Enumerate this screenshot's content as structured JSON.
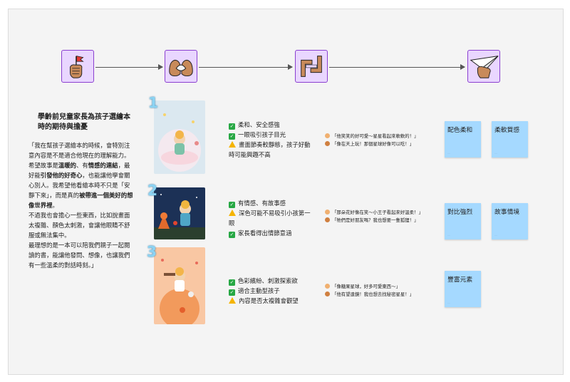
{
  "heading": {
    "line1": "學齡前兒童家長為孩子選繪本",
    "line2": "時的期待與擔憂"
  },
  "quote": {
    "p1a": "「我在幫孩子選繪本的時候，會特別注意內容是不是適合他現在的理解能力。希望故事是",
    "p1b1": "溫暖的",
    "p1c": "、有",
    "p1b2": "情感的連結",
    "p1d": "，最好能",
    "p1b3": "引發他的好奇心",
    "p1e": "，也能讓他學會關心別人。我希望他看繪本時不只是「安靜下來」，而是真的",
    "p1b4": "被帶進一個美好的想像世界裡",
    "p1f": "。",
    "p2": "不過我也會擔心一些東西，比如說畫面太複雜、顏色太刺激，會讓他眼睛不舒服或無法集中。",
    "p3": "最理想的是一本可以陪我們親子一起閱讀的書，能讓他發問、想像，也讓我們有一些溫柔的對話時刻。」"
  },
  "badges": [
    "1",
    "2",
    "3"
  ],
  "notes": [
    [
      {
        "kind": "check",
        "text": "柔和、安全感強"
      },
      {
        "kind": "check",
        "text": "一眼吸引孩子目光"
      },
      {
        "kind": "warn",
        "text": "畫面節奏較靜態，孩子好動時可能興趣不高"
      }
    ],
    [
      {
        "kind": "check",
        "text": "有情感、有故事感"
      },
      {
        "kind": "warn",
        "text": "深色可能不易吸引小孩第一眼"
      },
      {
        "kind": "check",
        "text": "家長看得出情節意涵"
      }
    ],
    [
      {
        "kind": "check",
        "text": "色彩繽紛、刺激探索欲"
      },
      {
        "kind": "check",
        "text": "適合主動型孩子"
      },
      {
        "kind": "warn",
        "text": "內容是否太複雜會觀望"
      }
    ]
  ],
  "quotes": [
    [
      "「他笑笑的好可愛～星星看起來軟軟的！」",
      "「像在天上玩！那個星球好像可以吃！」"
    ],
    [
      "「那朵花好像在笑～小王子看起來好溫柔！」",
      "「牠們是好朋友嗎？我也想要一隻狐狸！」"
    ],
    [
      "「像糖果星球，好多可愛東西～」",
      "「他有望遠鏡！我也想去找秘密星星！」"
    ]
  ],
  "stickies": {
    "row1": [
      "配色柔和",
      "柔軟質感"
    ],
    "row2": [
      "對比強烈",
      "故事情境"
    ],
    "row3": [
      "豐富元素"
    ]
  },
  "colors": {
    "icon_bg": "#e9d6ff",
    "icon_border": "#8a3fd0",
    "sticky": "#a5d9ff",
    "check": "#27a844",
    "warn": "#f5b400"
  },
  "icons": [
    "hand-flag-icon",
    "hands-heart-icon",
    "hands-frame-icon",
    "hand-paper-plane-icon"
  ]
}
